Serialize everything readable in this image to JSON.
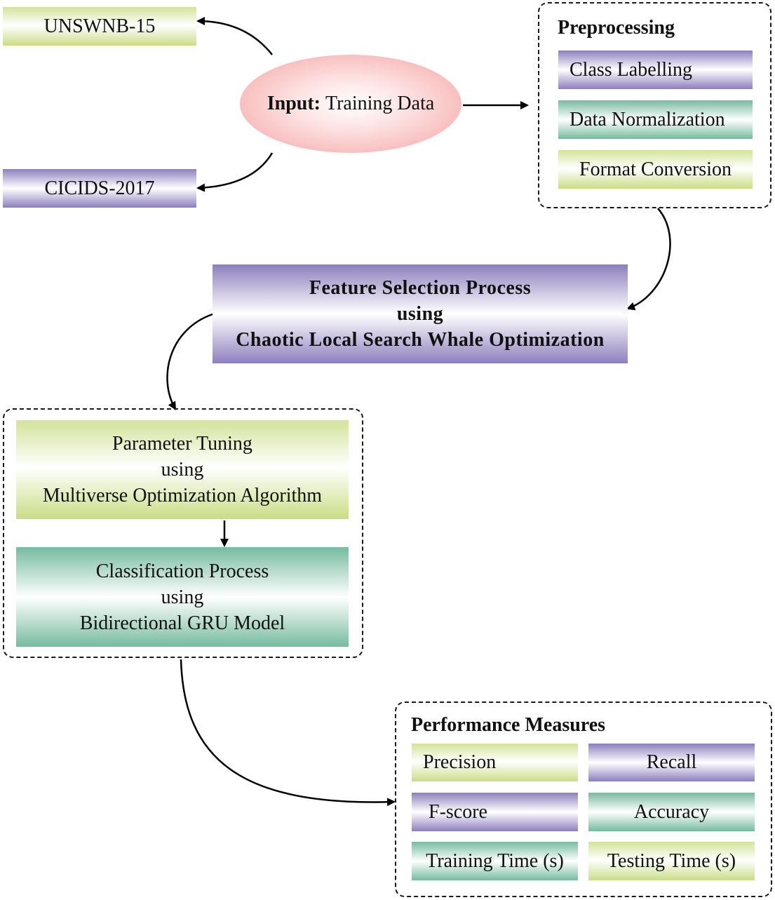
{
  "datasets": {
    "unsw": "UNSWNB-15",
    "cicids": "CICIDS-2017"
  },
  "input": {
    "label": "Input:",
    "text": "Training Data"
  },
  "preprocessing": {
    "title": "Preprocessing",
    "steps": [
      "Class Labelling",
      "Data Normalization",
      "Format Conversion"
    ]
  },
  "feature_selection": {
    "line1": "Feature Selection Process",
    "line2": "using",
    "line3": "Chaotic Local Search Whale Optimization"
  },
  "parameter_tuning": {
    "line1": "Parameter Tuning",
    "line2": "using",
    "line3": "Multiverse Optimization Algorithm"
  },
  "classification": {
    "line1": "Classification Process",
    "line2": "using",
    "line3": "Bidirectional GRU Model"
  },
  "performance": {
    "title": "Performance Measures",
    "measures": [
      "Precision",
      "Recall",
      "F-score",
      "Accuracy",
      "Training Time (s)",
      "Testing Time (s)"
    ]
  }
}
